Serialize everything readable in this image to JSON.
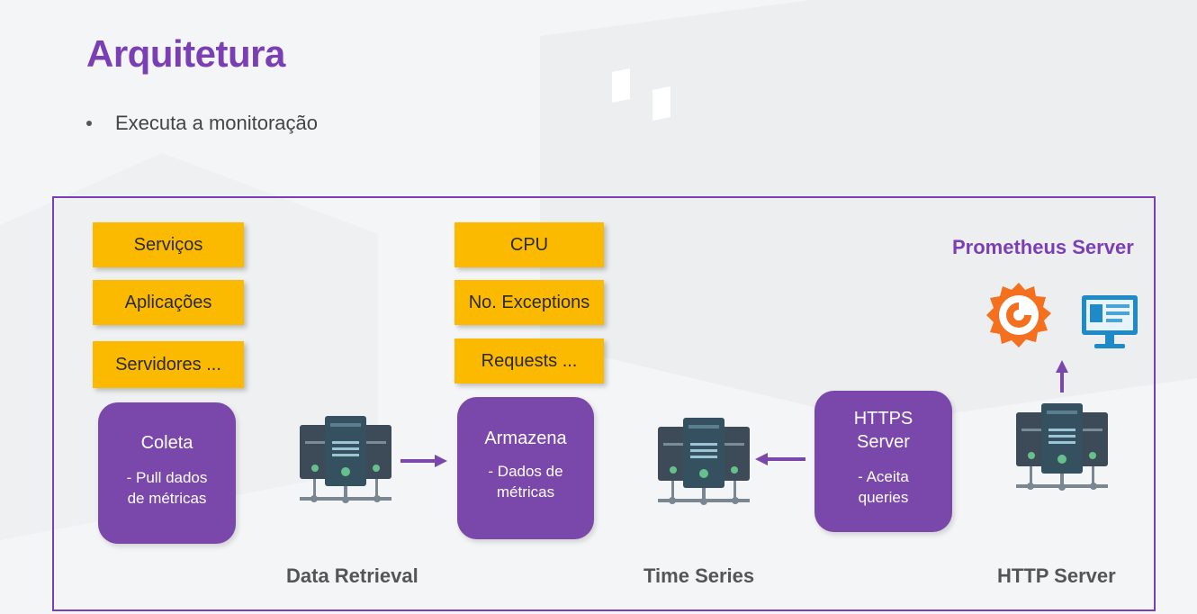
{
  "slide": {
    "title": "Arquitetura",
    "bullet": "Executa a monitoração"
  },
  "diagram": {
    "sources": [
      "Serviços",
      "Aplicações",
      "Servidores ..."
    ],
    "metrics": [
      "CPU",
      "No. Exceptions",
      "Requests ..."
    ],
    "coleta": {
      "title": "Coleta",
      "desc": "- Pull dados\nde métricas"
    },
    "armazena": {
      "title": "Armazena",
      "desc": "- Dados de\nmétricas"
    },
    "https": {
      "title": "HTTPS\nServer",
      "desc": "- Aceita\nqueries"
    },
    "captions": {
      "data_retrieval": "Data Retrieval",
      "time_series": "Time Series",
      "http_server": "HTTP Server"
    },
    "prometheus_label": "Prometheus Server"
  },
  "colors": {
    "accent_purple": "#7b3fb4",
    "box_purple": "#7a47ab",
    "box_yellow": "#fbb900",
    "grafana_orange": "#f46f1e",
    "monitor_blue": "#1e8ac7",
    "server_dark": "#3d4a57",
    "server_teal": "#35505f"
  },
  "icons": [
    "server-icon",
    "grafana-icon",
    "monitor-icon",
    "arrow-right-icon",
    "arrow-left-icon",
    "arrow-up-icon"
  ]
}
